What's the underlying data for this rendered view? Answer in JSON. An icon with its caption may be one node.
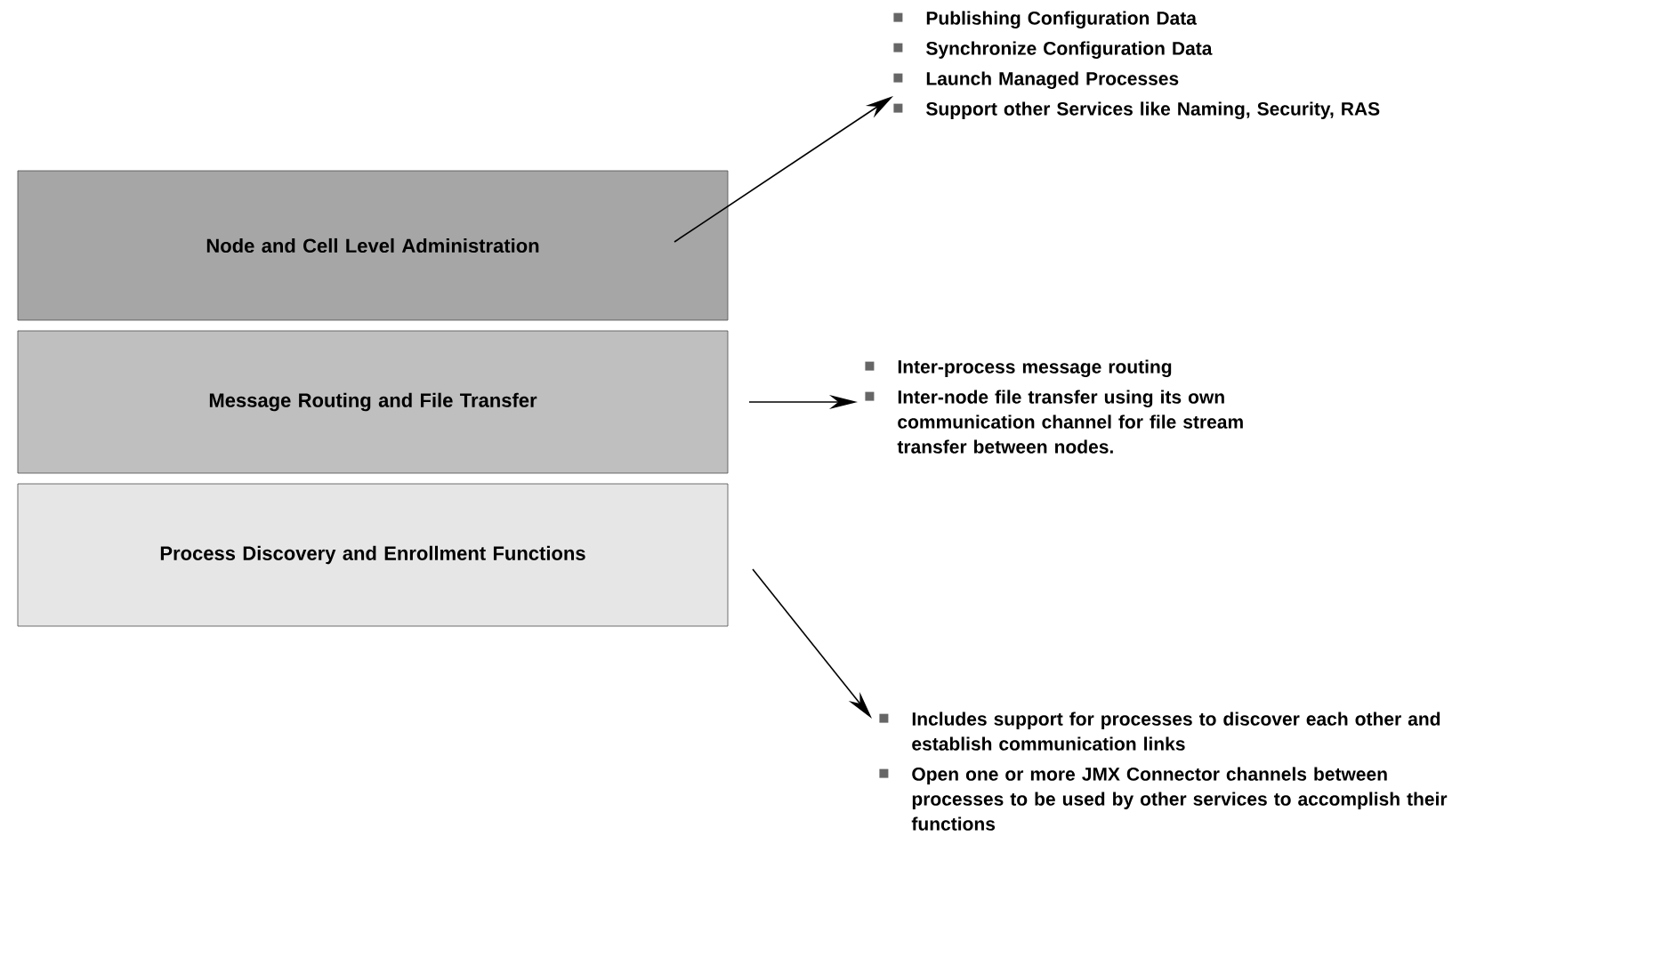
{
  "diagram": {
    "nodes": [
      {
        "text": [
          "Node and Cell Level Administration"
        ]
      },
      {
        "text": [
          "Message Routing and File Transfer"
        ]
      },
      {
        "text": [
          "Process Discovery and Enrollment Functions"
        ]
      },
      {
        "text": [
          "Publishing Configuration Data",
          "Synchronize Configuration Data",
          "Launch Managed Processes",
          "Support other Services  like Naming, Security, RAS"
        ]
      },
      {
        "text": [
          "Inter-process message routing",
          "Inter-node file transfer using its own communication channel for file stream transfer between nodes."
        ]
      },
      {
        "text": [
          "Includes support for processes to discover each other and establish communication links",
          "Open one or more JMX Connector channels between processes to be used by other services to accomplish their functions"
        ]
      }
    ],
    "edges": [
      {
        "from": 0,
        "to": 3,
        "arrow": "to"
      },
      {
        "from": 1,
        "to": 4,
        "arrow": "to"
      },
      {
        "from": 2,
        "to": 5,
        "arrow": "to"
      }
    ]
  }
}
